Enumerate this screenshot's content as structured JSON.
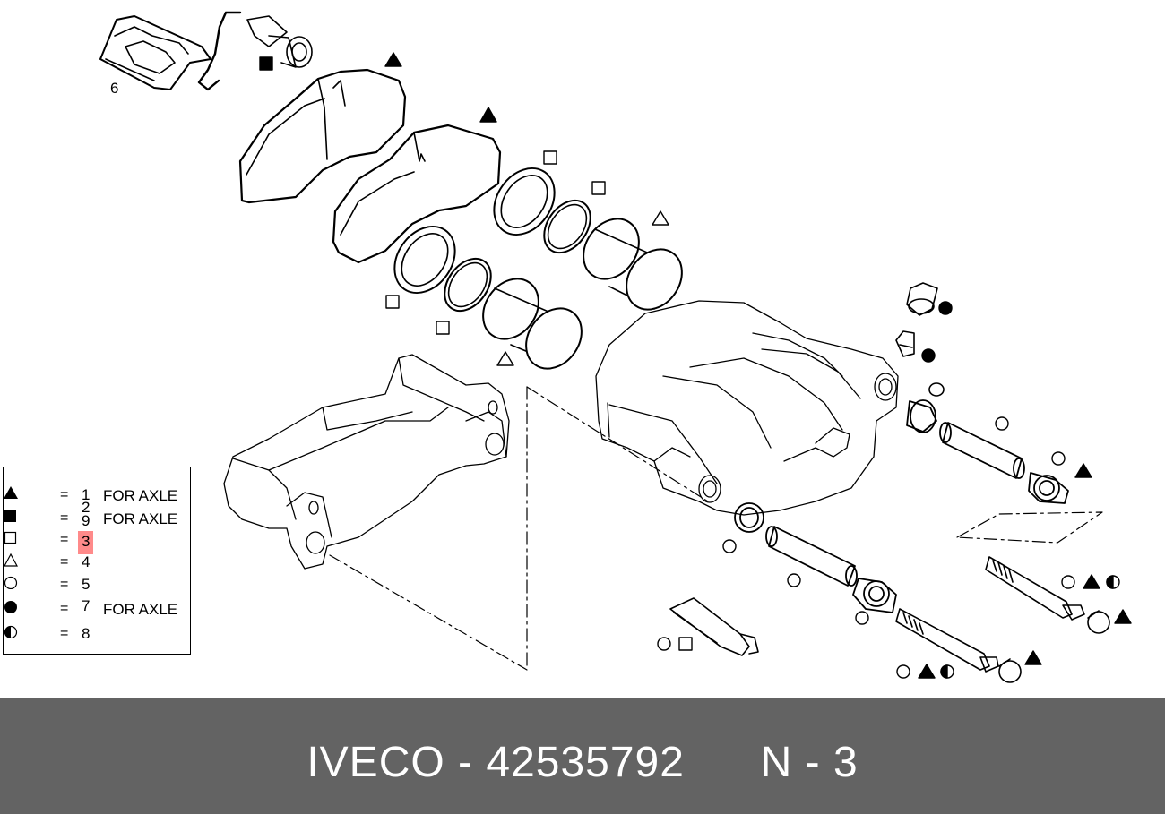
{
  "diagram": {
    "callouts": {
      "c6": "6"
    },
    "legend": [
      {
        "symbol": "filled-triangle",
        "eq": "=",
        "num": "1",
        "note": "FOR AXLE"
      },
      {
        "symbol": "filled-square",
        "eq": "=",
        "num": "2",
        "num2": "9",
        "note": "FOR AXLE"
      },
      {
        "symbol": "open-square",
        "eq": "=",
        "num": "3",
        "note": ""
      },
      {
        "symbol": "open-triangle",
        "eq": "=",
        "num": "4",
        "note": ""
      },
      {
        "symbol": "open-circle",
        "eq": "=",
        "num": "5",
        "note": ""
      },
      {
        "symbol": "filled-circle",
        "eq": "=",
        "num": "7",
        "note": "FOR AXLE"
      },
      {
        "symbol": "half-circle",
        "eq": "=",
        "num": "8",
        "note": ""
      }
    ],
    "highlight_color": "#ff8a8a"
  },
  "footer": {
    "brand": "IVECO",
    "sep": "-",
    "part_number": "42535792",
    "ref_letter": "N",
    "sep2": "-",
    "ref_number": "3",
    "background": "#636363"
  }
}
